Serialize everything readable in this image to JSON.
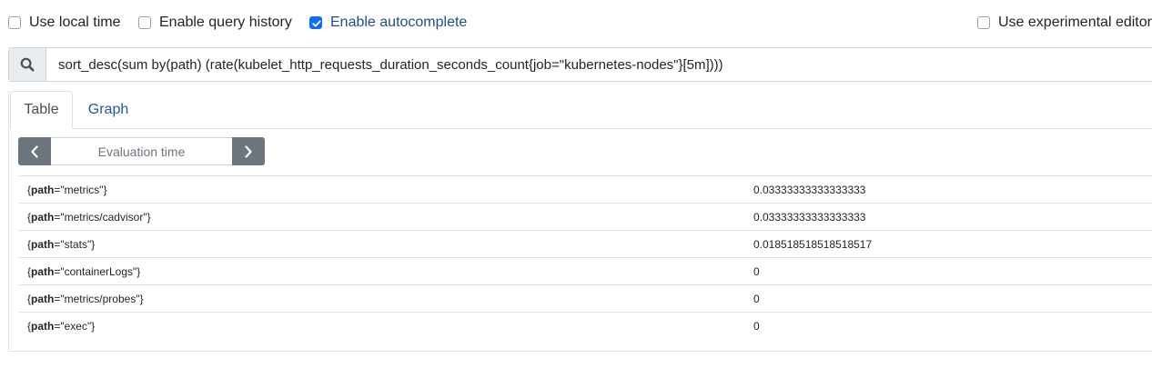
{
  "options": {
    "use_local_time": {
      "label": "Use local time",
      "checked": false
    },
    "enable_query_history": {
      "label": "Enable query history",
      "checked": false
    },
    "enable_autocomplete": {
      "label": "Enable autocomplete",
      "checked": true
    },
    "use_experimental_editor": {
      "label": "Use experimental editor",
      "checked": false
    }
  },
  "query": {
    "icon": "search-icon",
    "value": "sort_desc(sum by(path) (rate(kubelet_http_requests_duration_seconds_count{job=\"kubernetes-nodes\"}[5m])))"
  },
  "tabs": [
    {
      "label": "Table",
      "active": true
    },
    {
      "label": "Graph",
      "active": false
    }
  ],
  "evaluation": {
    "placeholder": "Evaluation time",
    "prev_icon": "chevron-left-icon",
    "next_icon": "chevron-right-icon"
  },
  "results": [
    {
      "label_name": "path",
      "label_value": "\"metrics\"",
      "value": "0.03333333333333333"
    },
    {
      "label_name": "path",
      "label_value": "\"metrics/cadvisor\"",
      "value": "0.03333333333333333"
    },
    {
      "label_name": "path",
      "label_value": "\"stats\"",
      "value": "0.018518518518518517"
    },
    {
      "label_name": "path",
      "label_value": "\"containerLogs\"",
      "value": "0"
    },
    {
      "label_name": "path",
      "label_value": "\"metrics/probes\"",
      "value": "0"
    },
    {
      "label_name": "path",
      "label_value": "\"exec\"",
      "value": "0"
    }
  ],
  "colors": {
    "accent": "#0d6efd",
    "nav_button": "#6c757d",
    "link": "#1f5aa6"
  }
}
